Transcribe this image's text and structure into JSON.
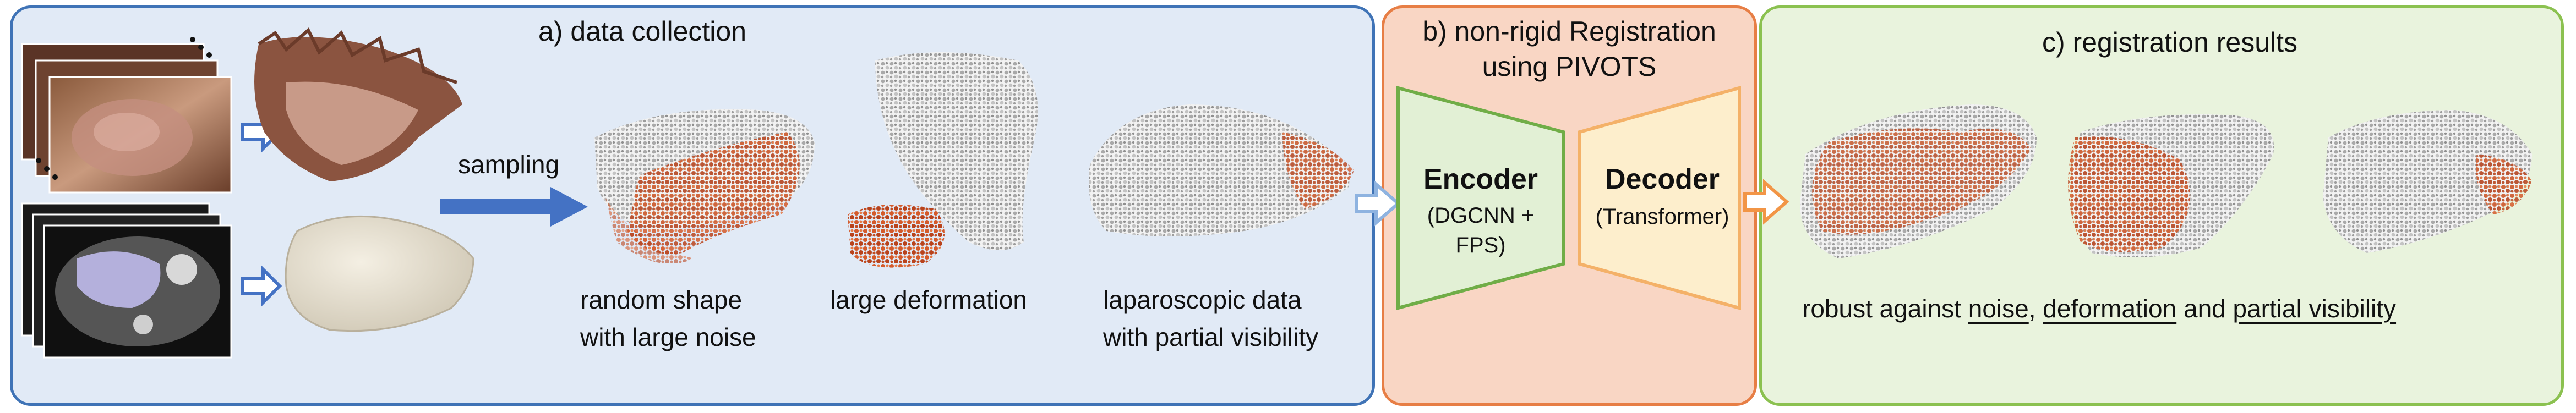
{
  "colors": {
    "panel_a_fill": "#e1eaf6",
    "panel_a_border": "#3f73b6",
    "panel_b_fill": "#f9d6c4",
    "panel_b_border": "#e77e45",
    "panel_c_fill": "#e9f3dd",
    "panel_c_border": "#8bc150",
    "encoder_fill": "#e2f0d5",
    "encoder_border": "#70ad47",
    "decoder_fill": "#fdeecc",
    "decoder_border": "#f4b168",
    "arrow_blue": "#4472c4",
    "arrow_orange": "#f29546",
    "point_orange": "#d45a2a",
    "point_grey": "#bcbcbc"
  },
  "panel_a": {
    "title": "a) data collection",
    "sampling_label": "sampling",
    "caption_1_line1": "random shape",
    "caption_1_line2": "with large noise",
    "caption_2": "large deformation",
    "caption_3_line1": "laparoscopic data",
    "caption_3_line2": "with partial visibility"
  },
  "panel_b": {
    "title_line1": "b) non-rigid Registration",
    "title_line2": "using PIVOTS",
    "encoder_title": "Encoder",
    "encoder_sub_line1": "(DGCNN +",
    "encoder_sub_line2": "FPS)",
    "decoder_title": "Decoder",
    "decoder_sub": "(Transformer)"
  },
  "panel_c": {
    "title": "c) registration results",
    "caption_prefix": "robust against ",
    "caption_noise": "noise",
    "caption_sep1": ", ",
    "caption_deformation": "deformation",
    "caption_and": " and ",
    "caption_partial": "partial visibility"
  },
  "icons": [
    "laparoscopy-frames-icon",
    "ct-slices-icon",
    "point-cloud-icon",
    "liver-mesh-icon",
    "arrow-icon"
  ]
}
